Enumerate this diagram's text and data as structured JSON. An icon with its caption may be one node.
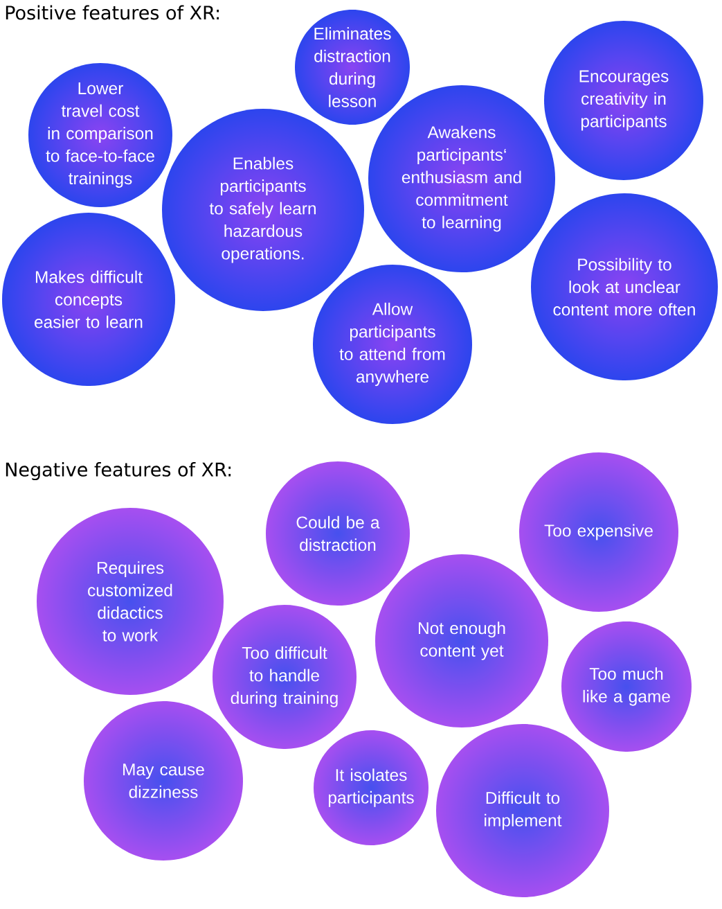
{
  "diagram": {
    "nodes": [
      {
        "text": [
          "Lower travel cost in comparison to face-to-face trainings"
        ]
      },
      {
        "text": [
          "Eliminates distraction during lesson"
        ]
      },
      {
        "text": [
          "Encourages creativity in participants"
        ]
      },
      {
        "text": [
          "Enables participants to safely learn hazardous operations."
        ]
      },
      {
        "text": [
          "Awakens participants‘ enthusiasm and commitment to learning"
        ]
      },
      {
        "text": [
          "Makes difficult concepts easier to learn"
        ]
      },
      {
        "text": [
          "Possibility to look at unclear content more often"
        ]
      },
      {
        "text": [
          "Allow participants to attend from anywhere"
        ]
      },
      {
        "text": [
          "Could be a distraction"
        ]
      },
      {
        "text": [
          "Too expensive"
        ]
      },
      {
        "text": [
          "Requires customized didactics to work"
        ]
      },
      {
        "text": [
          "Not enough content yet"
        ]
      },
      {
        "text": [
          "Too difficult to handle during training"
        ]
      },
      {
        "text": [
          "Too much like a game"
        ]
      },
      {
        "text": [
          "May cause dizziness"
        ]
      },
      {
        "text": [
          "It isolates participants"
        ]
      },
      {
        "text": [
          "Difficult to implement"
        ]
      }
    ],
    "labels": [
      "Positive features of XR:",
      "Negative features of XR:"
    ]
  }
}
